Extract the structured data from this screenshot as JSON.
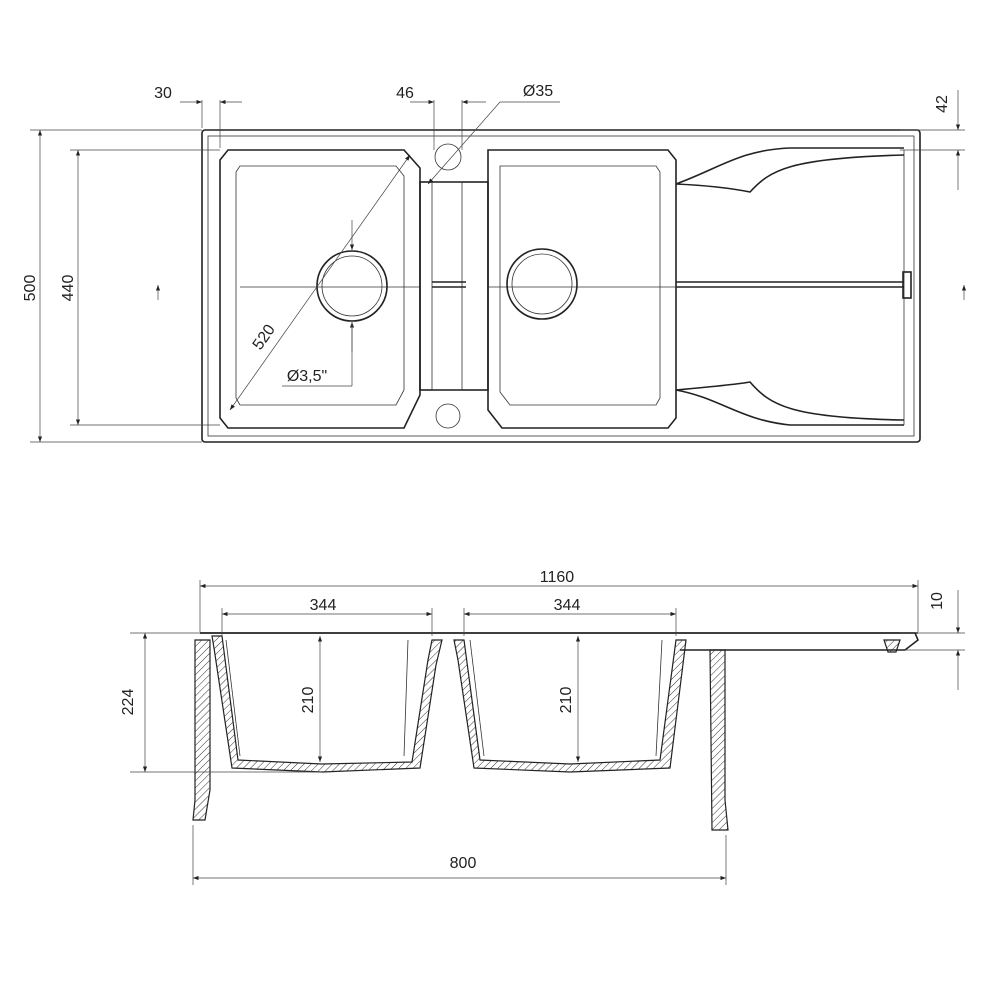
{
  "drawing": {
    "top_view": {
      "dim_30": "30",
      "dim_46": "46",
      "dim_tap_diameter": "Ø35",
      "dim_42": "42",
      "dim_500": "500",
      "dim_440": "440",
      "dim_520": "520",
      "dim_drain_diameter": "Ø3,5\""
    },
    "side_view": {
      "dim_1160": "1160",
      "dim_344_left": "344",
      "dim_344_right": "344",
      "dim_10": "10",
      "dim_224": "224",
      "dim_210_left": "210",
      "dim_210_right": "210",
      "dim_800": "800"
    },
    "colors": {
      "line": "#222222",
      "background": "#ffffff"
    }
  }
}
